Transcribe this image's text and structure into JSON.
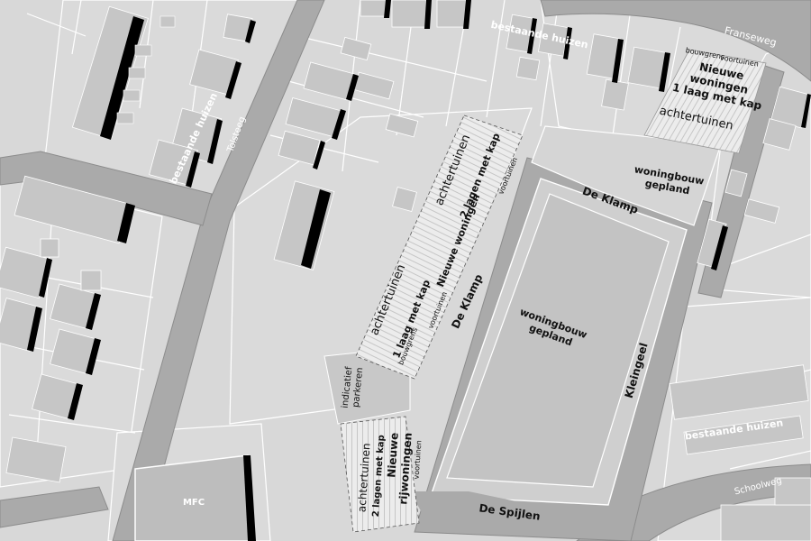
{
  "map": {
    "colors": {
      "ground": "#d8d8d8",
      "road": "#aaaaaa",
      "road_edge": "#8c8c8c",
      "parcel_line": "#ffffff",
      "building_fill": "#c6c6c6",
      "building_shadow": "#000000",
      "plan_area": "#cfcfcf",
      "plan_inner": "#c3c3c3",
      "hatch_bg": "#ececec",
      "hatch_line": "#c9c9c9",
      "text_white": "#ffffff",
      "text_dark": "#111111"
    },
    "streets": {
      "fransweg": "Franseweg",
      "tolsteeg": "Tolsteeg",
      "schoolweg": "Schoolweg",
      "de_klamp_top": "De Klamp",
      "de_klamp_side": "De Klamp",
      "kleingeel": "Kleingeel",
      "de_spijlen": "De Spijlen"
    },
    "labels": {
      "bestaande_top": "bestaande huizen",
      "bestaande_left": "bestaande huizen",
      "bestaande_right": "bestaande huizen",
      "mfc": "MFC",
      "indicatief_1": "indicatief",
      "indicatief_2": "parkeren"
    },
    "plans": {
      "woningbouw_east_1": "woningbouw",
      "woningbouw_east_2": "gepland",
      "woningbouw_center_1": "woningbouw",
      "woningbouw_center_2": "gepland",
      "ne_bouwgrens": "bouwgrens",
      "ne_voortuinen": "voortuinen",
      "ne_line1": "Nieuwe",
      "ne_line2": "woningen",
      "ne_line3": "1 laag met kap",
      "ne_achtertuinen": "achtertuinen",
      "strip_achtertuinen_1": "achtertuinen",
      "strip_achtertuinen_2": "achtertuinen",
      "strip_2lagen": "2 lagen met kap",
      "strip_nieuwe": "Nieuwe woningen",
      "strip_1laag": "1 laag met kap",
      "strip_voortuinen_top": "voortuinen",
      "strip_voortuinen_bottom": "voortuinen",
      "strip_bouwgrens": "bouwgrens",
      "sw_achtertuinen": "achtertuinen",
      "sw_2lagen": "2 lagen met kap",
      "sw_nieuwe": "Nieuwe",
      "sw_rijwoningen": "rijwoningen",
      "sw_voortuinen": "voortuinen"
    }
  }
}
